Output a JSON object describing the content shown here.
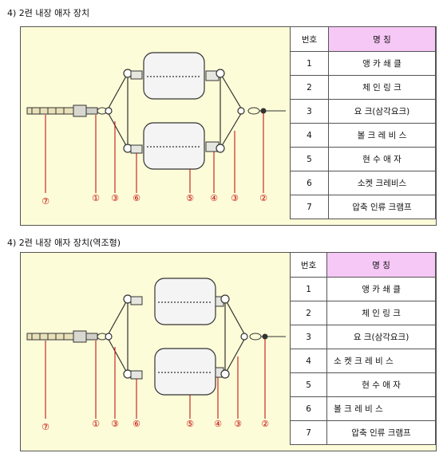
{
  "sections": [
    {
      "title": "4) 2련 내장 애자 장치",
      "table": {
        "header": {
          "no": "번호",
          "name": "명    칭"
        },
        "rows": [
          {
            "no": "1",
            "name": "앵 카 쇄 클"
          },
          {
            "no": "2",
            "name": "체 인 링 크"
          },
          {
            "no": "3",
            "name": "요 크(삼각요크)"
          },
          {
            "no": "4",
            "name": "볼 크 레 비 스"
          },
          {
            "no": "5",
            "name": "현 수 애 자"
          },
          {
            "no": "6",
            "name": "소켓 크레비스"
          },
          {
            "no": "7",
            "name": "압축 인류 크램프"
          }
        ]
      },
      "callouts": [
        "⑦",
        "①",
        "③",
        "⑥",
        "⑤",
        "④",
        "③",
        "②"
      ]
    },
    {
      "title": "4) 2련 내장 애자 장치(역조형)",
      "table": {
        "header": {
          "no": "번호",
          "name": "명    칭"
        },
        "rows": [
          {
            "no": "1",
            "name": "앵 카 쇄 클"
          },
          {
            "no": "2",
            "name": "체 인 링 크"
          },
          {
            "no": "3",
            "name": "요 크(삼각요크)"
          },
          {
            "no": "4",
            "name": "소 켓 크 레 비 스"
          },
          {
            "no": "5",
            "name": "현 수 애 자"
          },
          {
            "no": "6",
            "name": "볼 크 레 비 스"
          },
          {
            "no": "7",
            "name": "압축 인류 크램프"
          }
        ]
      },
      "callouts": [
        "⑦",
        "①",
        "③",
        "⑥",
        "⑤",
        "④",
        "③",
        "②"
      ]
    }
  ]
}
